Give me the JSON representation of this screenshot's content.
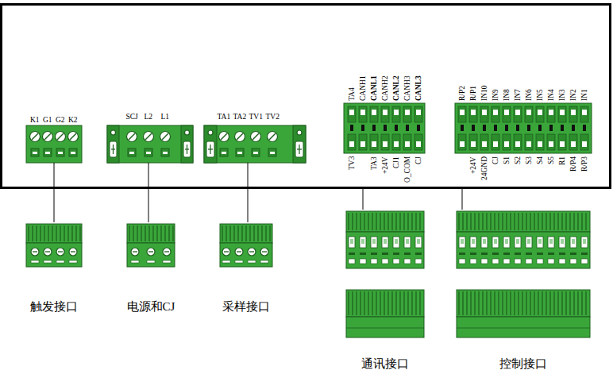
{
  "diagram": {
    "nodes": [
      {
        "text": [
          "K1",
          "G1",
          "G2",
          "K2"
        ]
      },
      {
        "text": [
          "SCJ",
          "L2",
          "L1"
        ]
      },
      {
        "text": [
          "TA1",
          "TA2",
          "TV1",
          "TV2"
        ]
      },
      {
        "text": [
          "TA4",
          "CANH1",
          "CANL1",
          "CANH2",
          "CANL2",
          "CANH3",
          "CANL3",
          "TV3",
          "TA3",
          "+24V",
          "CJ1",
          "O_COM",
          "CJ"
        ]
      },
      {
        "text": [
          "R/P2",
          "R/P1",
          "IN10",
          "IN9",
          "IN8",
          "IN7",
          "IN6",
          "IN5",
          "IN4",
          "IN3",
          "IN2",
          "IN1",
          "+24V",
          "24GND",
          "CJ",
          "S1",
          "S2",
          "S3",
          "S4",
          "S5",
          "R1",
          "R/P4",
          "R/P3"
        ]
      },
      {
        "text": [
          "触发接口"
        ]
      },
      {
        "text": [
          "电源和CJ"
        ]
      },
      {
        "text": [
          "采样接口"
        ]
      },
      {
        "text": [
          "通讯接口"
        ]
      },
      {
        "text": [
          "控制接口"
        ]
      }
    ],
    "edges": [
      {
        "from": 0,
        "to": 5,
        "arrow": "none"
      },
      {
        "from": 1,
        "to": 6,
        "arrow": "none"
      },
      {
        "from": 2,
        "to": 7,
        "arrow": "none"
      },
      {
        "from": 3,
        "to": 8,
        "arrow": "none"
      },
      {
        "from": 4,
        "to": 9,
        "arrow": "none"
      }
    ]
  }
}
